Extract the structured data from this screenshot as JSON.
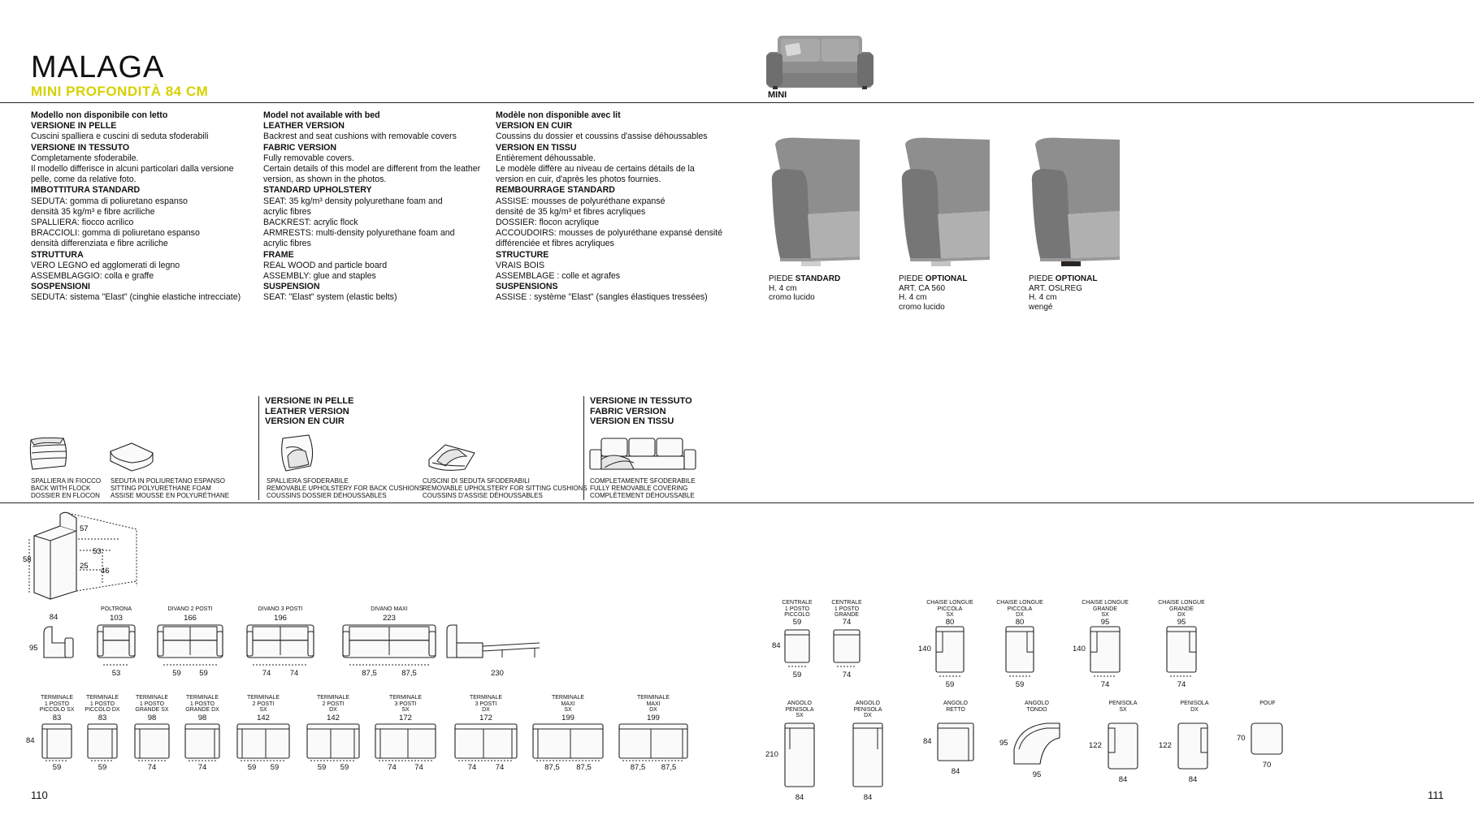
{
  "header": {
    "title": "MALAGA",
    "subtitle": "MINI PROFONDITÀ 84 CM",
    "mini_label": "MINI"
  },
  "columns": [
    {
      "lead": "Modello non disponibile con letto",
      "lines": [
        {
          "h": true,
          "t": "VERSIONE IN PELLE"
        },
        {
          "h": false,
          "t": "Cuscini spalliera e cuscini di seduta sfoderabili"
        },
        {
          "h": true,
          "t": "VERSIONE IN TESSUTO"
        },
        {
          "h": false,
          "t": "Completamente sfoderabile."
        },
        {
          "h": false,
          "t": "Il modello differisce in alcuni particolari dalla versione"
        },
        {
          "h": false,
          "t": "pelle, come da relative foto."
        },
        {
          "h": true,
          "t": "IMBOTTITURA STANDARD"
        },
        {
          "h": false,
          "t": "SEDUTA: gomma di poliuretano espanso"
        },
        {
          "h": false,
          "t": "densità 35 kg/m³ e fibre acriliche"
        },
        {
          "h": false,
          "t": "SPALLIERA: fiocco acrilico"
        },
        {
          "h": false,
          "t": "BRACCIOLI: gomma di poliuretano espanso"
        },
        {
          "h": false,
          "t": "densità differenziata e fibre acriliche"
        },
        {
          "h": true,
          "t": "STRUTTURA"
        },
        {
          "h": false,
          "t": "VERO LEGNO ed agglomerati di legno"
        },
        {
          "h": false,
          "t": "ASSEMBLAGGIO: colla e graffe"
        },
        {
          "h": true,
          "t": "SOSPENSIONI"
        },
        {
          "h": false,
          "t": "SEDUTA: sistema \"Elast\" (cinghie elastiche intrecciate)"
        }
      ]
    },
    {
      "lead": "Model not available with bed",
      "lines": [
        {
          "h": true,
          "t": "LEATHER VERSION"
        },
        {
          "h": false,
          "t": "Backrest and seat cushions with removable covers"
        },
        {
          "h": true,
          "t": "FABRIC VERSION"
        },
        {
          "h": false,
          "t": "Fully removable covers."
        },
        {
          "h": false,
          "t": "Certain details of this model are different from the leather"
        },
        {
          "h": false,
          "t": "version, as shown in the photos."
        },
        {
          "h": true,
          "t": "STANDARD UPHOLSTERY"
        },
        {
          "h": false,
          "t": "SEAT: 35 kg/m³ density polyurethane foam and"
        },
        {
          "h": false,
          "t": "acrylic fibres"
        },
        {
          "h": false,
          "t": "BACKREST: acrylic flock"
        },
        {
          "h": false,
          "t": "ARMRESTS: multi-density polyurethane foam and"
        },
        {
          "h": false,
          "t": "acrylic fibres"
        },
        {
          "h": true,
          "t": "FRAME"
        },
        {
          "h": false,
          "t": "REAL WOOD and particle board"
        },
        {
          "h": false,
          "t": "ASSEMBLY: glue and staples"
        },
        {
          "h": true,
          "t": "SUSPENSION"
        },
        {
          "h": false,
          "t": "SEAT: \"Elast\" system (elastic belts)"
        }
      ]
    },
    {
      "lead": "Modèle non disponible avec lit",
      "lines": [
        {
          "h": true,
          "t": "VERSION EN CUIR"
        },
        {
          "h": false,
          "t": "Coussins du dossier et coussins d'assise déhoussables"
        },
        {
          "h": true,
          "t": "VERSION EN TISSU"
        },
        {
          "h": false,
          "t": "Entièrement déhoussable."
        },
        {
          "h": false,
          "t": "Le modèle diffère au niveau de certains détails de la"
        },
        {
          "h": false,
          "t": "version en cuir, d'après les photos fournies."
        },
        {
          "h": true,
          "t": "REMBOURRAGE STANDARD"
        },
        {
          "h": false,
          "t": "ASSISE: mousses de polyuréthane expansé"
        },
        {
          "h": false,
          "t": "densité de 35 kg/m³ et fibres acryliques"
        },
        {
          "h": false,
          "t": "DOSSIER: flocon acrylique"
        },
        {
          "h": false,
          "t": "ACCOUDOIRS: mousses de polyuréthane expansé densité"
        },
        {
          "h": false,
          "t": "différenciée et fibres acryliques"
        },
        {
          "h": true,
          "t": "STRUCTURE"
        },
        {
          "h": false,
          "t": "VRAIS BOIS"
        },
        {
          "h": false,
          "t": "ASSEMBLAGE : colle et agrafes"
        },
        {
          "h": true,
          "t": "SUSPENSIONS"
        },
        {
          "h": false,
          "t": "ASSISE : système \"Elast\" (sangles élastiques tressées)"
        }
      ]
    }
  ],
  "feet": [
    {
      "prefix": "PIEDE ",
      "bold": "STANDARD",
      "lines": [
        "H. 4 cm",
        "cromo lucido"
      ],
      "foot_color": "#cfcfcf"
    },
    {
      "prefix": "PIEDE ",
      "bold": "OPTIONAL",
      "lines": [
        "ART. CA 560",
        "H. 4 cm",
        "cromo lucido"
      ],
      "foot_color": "#c4c4c4"
    },
    {
      "prefix": "PIEDE ",
      "bold": "OPTIONAL",
      "lines": [
        "ART. OSLREG",
        "H. 4 cm",
        "wengé"
      ],
      "foot_color": "#2a2420"
    }
  ],
  "versions": {
    "leather": [
      "VERSIONE IN PELLE",
      "LEATHER VERSION",
      "VERSION EN CUIR"
    ],
    "fabric": [
      "VERSIONE IN TESSUTO",
      "FABRIC VERSION",
      "VERSION EN TISSU"
    ]
  },
  "icons": [
    {
      "name": "flock-back-icon",
      "lines": [
        "SPALLIERA IN FIOCCO",
        "BACK WITH FLOCK",
        "DOSSIER EN FLOCON"
      ]
    },
    {
      "name": "foam-seat-icon",
      "lines": [
        "SEDUTA IN POLIURETANO ESPANSO",
        "SITTING POLYURETHANE FOAM",
        "ASSISE MOUSSE EN POLYURÉTHANE"
      ]
    },
    {
      "name": "removable-back-icon",
      "lines": [
        "SPALLIERA SFODERABILE",
        "REMOVABLE UPHOLSTERY FOR BACK CUSHIONS",
        "COUSSINS DOSSIER DÉHOUSSABLES"
      ]
    },
    {
      "name": "removable-seat-icon",
      "lines": [
        "CUSCINI DI SEDUTA SFODERABILI",
        "REMOVABLE UPHOLSTERY FOR SITTING CUSHIONS",
        "COUSSINS D'ASSISE DÉHOUSSABLES"
      ]
    },
    {
      "name": "fully-removable-icon",
      "lines": [
        "COMPLETAMENTE SFODERABILE",
        "FULLY REMOVABLE COVERING",
        "COMPLÈTEMENT DÉHOUSSABLE"
      ]
    }
  ],
  "profile_dims": {
    "a": "57",
    "b": "53",
    "c": "25",
    "d": "46",
    "h": "58"
  },
  "row1": [
    {
      "id": "chair-side",
      "title": [],
      "top": "84",
      "left": "95",
      "bottom": []
    },
    {
      "id": "poltrona",
      "title": [
        "POLTRONA"
      ],
      "top": "103",
      "bottom": [
        "53"
      ]
    },
    {
      "id": "divano-2",
      "title": [
        "DIVANO 2 POSTI"
      ],
      "top": "166",
      "bottom": [
        "59",
        "59"
      ]
    },
    {
      "id": "divano-3",
      "title": [
        "DIVANO 3 POSTI"
      ],
      "top": "196",
      "bottom": [
        "74",
        "74"
      ]
    },
    {
      "id": "divano-maxi",
      "title": [
        "DIVANO MAXI"
      ],
      "top": "223",
      "bottom": [
        "87,5",
        "87,5"
      ]
    },
    {
      "id": "open-side",
      "title": [],
      "top": "",
      "bottom": [
        "230"
      ]
    }
  ],
  "row2": [
    {
      "title": [
        "TERMINALE",
        "1 POSTO",
        "PICCOLO SX"
      ],
      "top": "83",
      "left": "84",
      "bottom": [
        "59"
      ]
    },
    {
      "title": [
        "TERMINALE",
        "1 POSTO",
        "PICCOLO DX"
      ],
      "top": "83",
      "bottom": [
        "59"
      ]
    },
    {
      "title": [
        "TERMINALE",
        "1 POSTO",
        "GRANDE SX"
      ],
      "top": "98",
      "bottom": [
        "74"
      ]
    },
    {
      "title": [
        "TERMINALE",
        "1 POSTO",
        "GRANDE DX"
      ],
      "top": "98",
      "bottom": [
        "74"
      ]
    },
    {
      "title": [
        "TERMINALE",
        "2 POSTI",
        "SX"
      ],
      "top": "142",
      "bottom": [
        "59",
        "59"
      ]
    },
    {
      "title": [
        "TERMINALE",
        "2 POSTI",
        "DX"
      ],
      "top": "142",
      "bottom": [
        "59",
        "59"
      ]
    },
    {
      "title": [
        "TERMINALE",
        "3 POSTI",
        "SX"
      ],
      "top": "172",
      "bottom": [
        "74",
        "74"
      ]
    },
    {
      "title": [
        "TERMINALE",
        "3 POSTI",
        "DX"
      ],
      "top": "172",
      "bottom": [
        "74",
        "74"
      ]
    },
    {
      "title": [
        "TERMINALE",
        "MAXI",
        "SX"
      ],
      "top": "199",
      "bottom": [
        "87,5",
        "87,5"
      ]
    },
    {
      "title": [
        "TERMINALE",
        "MAXI",
        "DX"
      ],
      "top": "199",
      "bottom": [
        "87,5",
        "87,5"
      ]
    }
  ],
  "right_row1": [
    {
      "title": [
        "CENTRALE",
        "1 POSTO",
        "PICCOLO"
      ],
      "top": "59",
      "left": "84",
      "bottom": "59"
    },
    {
      "title": [
        "CENTRALE",
        "1 POSTO",
        "GRANDE"
      ],
      "top": "74",
      "bottom": "74"
    },
    {
      "title": [
        "CHAISE LONGUE",
        "PICCOLA",
        "SX"
      ],
      "top": "80",
      "left": "140",
      "bottom": "59"
    },
    {
      "title": [
        "CHAISE LONGUE",
        "PICCOLA",
        "DX"
      ],
      "top": "80",
      "bottom": "59"
    },
    {
      "title": [
        "CHAISE LONGUE",
        "GRANDE",
        "SX"
      ],
      "top": "95",
      "left": "140",
      "bottom": "74"
    },
    {
      "title": [
        "CHAISE LONGUE",
        "GRANDE",
        "DX"
      ],
      "top": "95",
      "bottom": "74"
    }
  ],
  "right_row2": [
    {
      "title": [
        "ANGOLO",
        "PENISOLA",
        "SX"
      ],
      "left": "210",
      "bottom": "84"
    },
    {
      "title": [
        "ANGOLO",
        "PENISOLA",
        "DX"
      ],
      "bottom": "84"
    },
    {
      "title": [
        "ANGOLO",
        "RETTO"
      ],
      "left": "84",
      "bottom": "84"
    },
    {
      "title": [
        "ANGOLO",
        "TONDO"
      ],
      "left": "95",
      "bottom": "95"
    },
    {
      "title": [
        "PENISOLA",
        "SX"
      ],
      "left": "122",
      "bottom": "84"
    },
    {
      "title": [
        "PENISOLA",
        "DX"
      ],
      "left": "122",
      "bottom": "84"
    },
    {
      "title": [
        "POUF"
      ],
      "left": "70",
      "bottom": "70"
    }
  ],
  "pages": {
    "left": "110",
    "right": "111"
  }
}
